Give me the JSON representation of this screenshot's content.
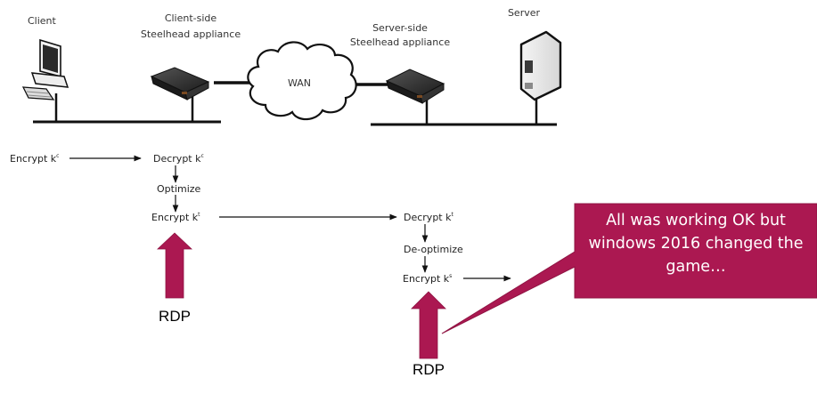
{
  "colors": {
    "accent": "#ab1851",
    "line": "#111111",
    "appliance": "#2e2e2e"
  },
  "nodes": {
    "client": {
      "label": "Client",
      "icon": "desktop-computer-icon"
    },
    "client_appliance": {
      "label_line1": "Client-side",
      "label_line2": "Steelhead appliance",
      "icon": "network-appliance-icon"
    },
    "wan": {
      "label": "WAN",
      "icon": "cloud-icon"
    },
    "server_appliance": {
      "label_line1": "Server-side",
      "label_line2": "Steelhead appliance",
      "icon": "network-appliance-icon"
    },
    "server": {
      "label": "Server",
      "icon": "server-tower-icon"
    }
  },
  "flow": {
    "client_encrypt": {
      "text": "Encrypt k",
      "sup": "c"
    },
    "client_appliance_steps": [
      {
        "text": "Decrypt k",
        "sup": "c"
      },
      {
        "text": "Optimize",
        "sup": ""
      },
      {
        "text": "Encrypt k",
        "sup": "t"
      }
    ],
    "server_appliance_steps": [
      {
        "text": "Decrypt k",
        "sup": "t"
      },
      {
        "text": "De-optimize",
        "sup": ""
      },
      {
        "text": "Encrypt k",
        "sup": "s"
      }
    ]
  },
  "annotations": {
    "rdp_left": "RDP",
    "rdp_right": "RDP",
    "callout": "All was working OK but windows 2016 changed the game…"
  }
}
